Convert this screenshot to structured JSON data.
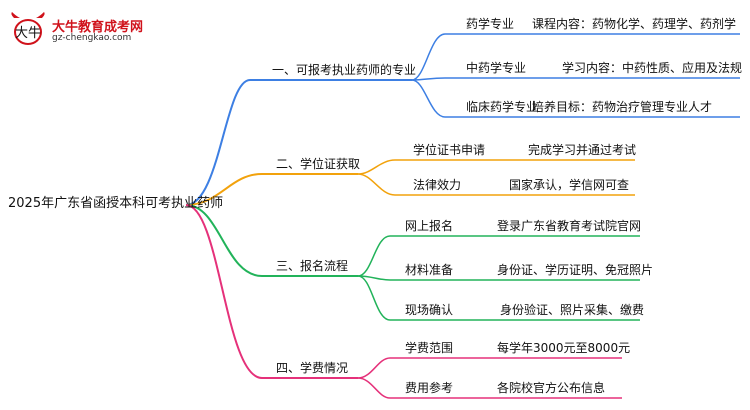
{
  "logo": {
    "title": "大牛教育成考网",
    "url": "gz-chengkao.com"
  },
  "root": "2025年广东省函授本科可考执业药师",
  "colors": {
    "blue": "#3d7fe3",
    "orange": "#f2a20c",
    "green": "#22b35a",
    "pink": "#e5317a"
  },
  "branches": [
    {
      "label": "一、可报考执业药师的专业",
      "items": [
        {
          "name": "药学专业",
          "detail": "课程内容：药物化学、药理学、药剂学"
        },
        {
          "name": "中药学专业",
          "detail": "学习内容：中药性质、应用及法规"
        },
        {
          "name": "临床药学专业",
          "detail": "培养目标：药物治疗管理专业人才"
        }
      ]
    },
    {
      "label": "二、学位证获取",
      "items": [
        {
          "name": "学位证书申请",
          "detail": "完成学习并通过考试"
        },
        {
          "name": "法律效力",
          "detail": "国家承认，学信网可查"
        }
      ]
    },
    {
      "label": "三、报名流程",
      "items": [
        {
          "name": "网上报名",
          "detail": "登录广东省教育考试院官网"
        },
        {
          "name": "材料准备",
          "detail": "身份证、学历证明、免冠照片"
        },
        {
          "name": "现场确认",
          "detail": "身份验证、照片采集、缴费"
        }
      ]
    },
    {
      "label": "四、学费情况",
      "items": [
        {
          "name": "学费范围",
          "detail": "每学年3000元至8000元"
        },
        {
          "name": "费用参考",
          "detail": "各院校官方公布信息"
        }
      ]
    }
  ]
}
